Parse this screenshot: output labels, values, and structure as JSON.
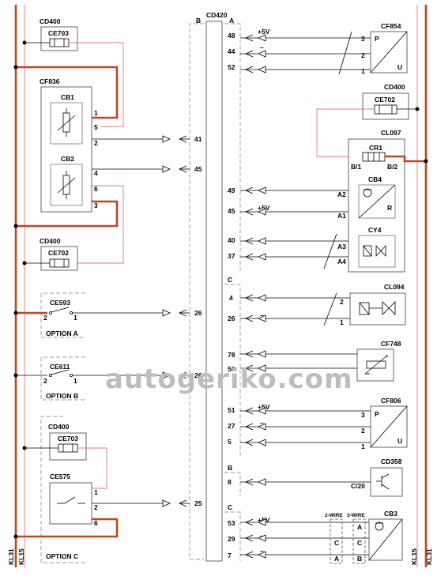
{
  "rails": {
    "kl31": "KL31",
    "kl15": "KL15"
  },
  "watermark": "autogeriko.com",
  "connector": {
    "name": "CD420",
    "side_b": "B"
  },
  "left_components": {
    "cd400_a": "CD400",
    "ce703_a": "CE703",
    "cf836": "CF836",
    "cb1": "CB1",
    "cb2": "CB2",
    "cd400_b": "CD400",
    "ce702_b": "CE702",
    "ce593": "CE593",
    "option_a": "OPTION A",
    "ce611": "CE611",
    "option_b": "OPTION B",
    "cd400_c": "CD400",
    "ce703_c": "CE703",
    "ce575": "CE575",
    "option_c": "OPTION C"
  },
  "right_components": {
    "cf854": "CF854",
    "cd400": "CD400",
    "ce702": "CE702",
    "cl097": "CL097",
    "cr1": "CR1",
    "cb4": "CB4",
    "cy4": "CY4",
    "cl094": "CL094",
    "cf748": "CF748",
    "cf806": "CF806",
    "cd358": "CD358",
    "cb3": "CB3",
    "two_wire": "2-WIRE",
    "three_wire": "3-WIRE"
  },
  "pins_left": {
    "cb1_p1": "1",
    "cb1_p5": "5",
    "cb1_p2": "2",
    "cb2_p4": "4",
    "cb2_p6": "6",
    "cb2_p3": "3",
    "ce593_p2": "2",
    "ce593_p1": "1",
    "ce611_p2": "2",
    "ce611_p1": "1",
    "ce575_p1": "1",
    "ce575_p2": "2",
    "ce575_p6": "6"
  },
  "connector_pins_left": {
    "p41": "41",
    "p45": "45",
    "p26a": "26",
    "p26b": "26",
    "p25": "25"
  },
  "connector_pins_right": {
    "sec_a": "A",
    "sec_c1": "C",
    "sec_b": "B",
    "sec_c2": "C",
    "p48": "48",
    "p44": "44",
    "p52": "52",
    "p49": "49",
    "p45": "45",
    "p40": "40",
    "p37": "37",
    "p4": "4",
    "p26": "26",
    "p78": "78",
    "p56": "56",
    "p51": "51",
    "p27": "27",
    "p5": "5",
    "p8": "8",
    "p53": "53",
    "p29": "29",
    "p7": "7"
  },
  "signals": {
    "plus5v_1": "+5V",
    "minus_1": "–",
    "plus5v_2": "+5V",
    "minus_2": "–",
    "minus_3": "–",
    "plus5v_3": "+5V",
    "minus_4": "–",
    "minus_5": "–",
    "plus5v_4": "+5V",
    "minus_6": "–"
  },
  "device_pins": {
    "cf854_3": "3",
    "cf854_2": "2",
    "cf854_1": "1",
    "cf854_p": "P",
    "cf854_u": "U",
    "cr1_b1": "B/1",
    "cr1_b2": "B/2",
    "cb4_a2": "A2",
    "cb4_a1": "A1",
    "cb4_r": "R",
    "cy4_a3": "A3",
    "cy4_a4": "A4",
    "cl094_2": "2",
    "cl094_1": "1",
    "cf806_3": "3",
    "cf806_2": "2",
    "cf806_1": "1",
    "cf806_p": "P",
    "cf806_u": "U",
    "cd358_c20": "C/20",
    "cb3_a1": "A",
    "cb3_c1": "C",
    "cb3_a2": "A",
    "cb3_c2": "C",
    "cb3_b": "B"
  }
}
